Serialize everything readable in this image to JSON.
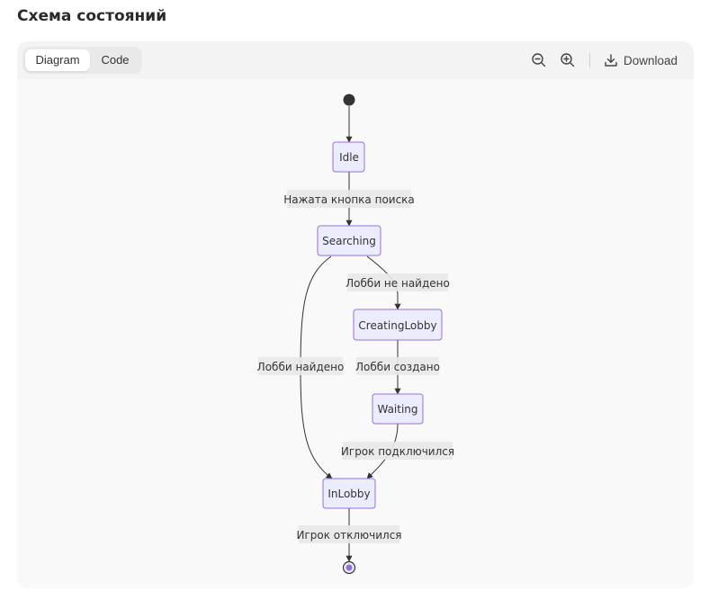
{
  "page": {
    "title": "Схема состояний"
  },
  "toolbar": {
    "tabs": [
      {
        "label": "Diagram",
        "active": true
      },
      {
        "label": "Code",
        "active": false
      }
    ],
    "zoom_out_icon": "zoom-out-icon",
    "zoom_in_icon": "zoom-in-icon",
    "download_label": "Download",
    "download_icon": "download-icon"
  },
  "diagram": {
    "type": "stateDiagram",
    "states": {
      "idle": "Idle",
      "searching": "Searching",
      "creating_lobby": "CreatingLobby",
      "waiting": "Waiting",
      "in_lobby": "InLobby"
    },
    "transitions": {
      "start_idle": "",
      "idle_searching": "Нажата кнопка поиска",
      "searching_creating": "Лобби не найдено",
      "searching_inlobby": "Лобби найдено",
      "creating_waiting": "Лобби создано",
      "waiting_inlobby": "Игрок подключился",
      "inlobby_end": "Игрок отключился"
    },
    "colors": {
      "state_fill": "#ececff",
      "state_border": "#9370db",
      "end_fill": "#9370db"
    }
  }
}
